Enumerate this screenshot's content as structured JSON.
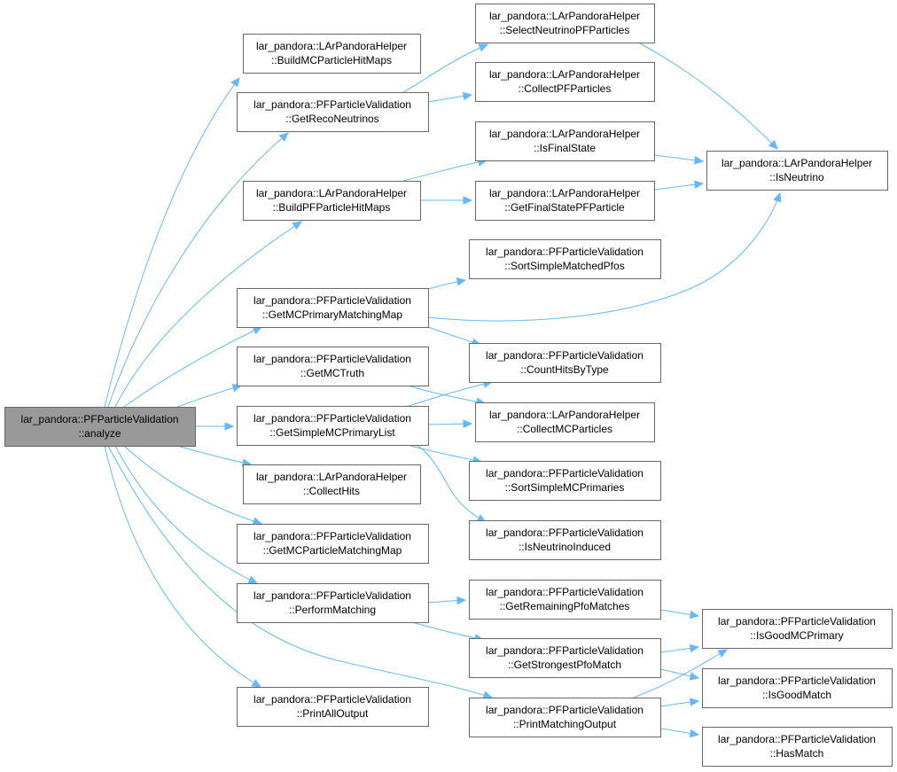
{
  "colors": {
    "edge": "#63b8ff",
    "node_fill": "#ffffff",
    "root_fill": "#999999",
    "node_border": "#666666",
    "text": "#000000"
  },
  "nodes": [
    {
      "id": "analyze",
      "line1": "lar_pandora::PFParticleValidation",
      "line2": "::analyze",
      "root": true
    },
    {
      "id": "BuildMCParticleHitMaps",
      "line1": "lar_pandora::LArPandoraHelper",
      "line2": "::BuildMCParticleHitMaps"
    },
    {
      "id": "GetRecoNeutrinos",
      "line1": "lar_pandora::PFParticleValidation",
      "line2": "::GetRecoNeutrinos"
    },
    {
      "id": "BuildPFParticleHitMaps",
      "line1": "lar_pandora::LArPandoraHelper",
      "line2": "::BuildPFParticleHitMaps"
    },
    {
      "id": "GetMCPrimaryMatchingMap",
      "line1": "lar_pandora::PFParticleValidation",
      "line2": "::GetMCPrimaryMatchingMap"
    },
    {
      "id": "GetMCTruth",
      "line1": "lar_pandora::PFParticleValidation",
      "line2": "::GetMCTruth"
    },
    {
      "id": "GetSimpleMCPrimaryList",
      "line1": "lar_pandora::PFParticleValidation",
      "line2": "::GetSimpleMCPrimaryList"
    },
    {
      "id": "CollectHits",
      "line1": "lar_pandora::LArPandoraHelper",
      "line2": "::CollectHits"
    },
    {
      "id": "GetMCParticleMatchingMap",
      "line1": "lar_pandora::PFParticleValidation",
      "line2": "::GetMCParticleMatchingMap"
    },
    {
      "id": "PerformMatching",
      "line1": "lar_pandora::PFParticleValidation",
      "line2": "::PerformMatching"
    },
    {
      "id": "PrintAllOutput",
      "line1": "lar_pandora::PFParticleValidation",
      "line2": "::PrintAllOutput"
    },
    {
      "id": "SelectNeutrinoPFParticles",
      "line1": "lar_pandora::LArPandoraHelper",
      "line2": "::SelectNeutrinoPFParticles"
    },
    {
      "id": "CollectPFParticles",
      "line1": "lar_pandora::LArPandoraHelper",
      "line2": "::CollectPFParticles"
    },
    {
      "id": "IsFinalState",
      "line1": "lar_pandora::LArPandoraHelper",
      "line2": "::IsFinalState"
    },
    {
      "id": "GetFinalStatePFParticle",
      "line1": "lar_pandora::LArPandoraHelper",
      "line2": "::GetFinalStatePFParticle"
    },
    {
      "id": "SortSimpleMatchedPfos",
      "line1": "lar_pandora::PFParticleValidation",
      "line2": "::SortSimpleMatchedPfos"
    },
    {
      "id": "CountHitsByType",
      "line1": "lar_pandora::PFParticleValidation",
      "line2": "::CountHitsByType"
    },
    {
      "id": "CollectMCParticles",
      "line1": "lar_pandora::LArPandoraHelper",
      "line2": "::CollectMCParticles"
    },
    {
      "id": "SortSimpleMCPrimaries",
      "line1": "lar_pandora::PFParticleValidation",
      "line2": "::SortSimpleMCPrimaries"
    },
    {
      "id": "IsNeutrinoInduced",
      "line1": "lar_pandora::PFParticleValidation",
      "line2": "::IsNeutrinoInduced"
    },
    {
      "id": "GetRemainingPfoMatches",
      "line1": "lar_pandora::PFParticleValidation",
      "line2": "::GetRemainingPfoMatches"
    },
    {
      "id": "GetStrongestPfoMatch",
      "line1": "lar_pandora::PFParticleValidation",
      "line2": "::GetStrongestPfoMatch"
    },
    {
      "id": "PrintMatchingOutput",
      "line1": "lar_pandora::PFParticleValidation",
      "line2": "::PrintMatchingOutput"
    },
    {
      "id": "IsNeutrino",
      "line1": "lar_pandora::LArPandoraHelper",
      "line2": "::IsNeutrino"
    },
    {
      "id": "IsGoodMCPrimary",
      "line1": "lar_pandora::PFParticleValidation",
      "line2": "::IsGoodMCPrimary"
    },
    {
      "id": "IsGoodMatch",
      "line1": "lar_pandora::PFParticleValidation",
      "line2": "::IsGoodMatch"
    },
    {
      "id": "HasMatch",
      "line1": "lar_pandora::PFParticleValidation",
      "line2": "::HasMatch"
    }
  ],
  "edges": [
    {
      "from": "analyze",
      "to": "BuildMCParticleHitMaps"
    },
    {
      "from": "analyze",
      "to": "GetRecoNeutrinos"
    },
    {
      "from": "analyze",
      "to": "BuildPFParticleHitMaps"
    },
    {
      "from": "analyze",
      "to": "GetMCPrimaryMatchingMap"
    },
    {
      "from": "analyze",
      "to": "GetMCTruth"
    },
    {
      "from": "analyze",
      "to": "GetSimpleMCPrimaryList"
    },
    {
      "from": "analyze",
      "to": "CollectHits"
    },
    {
      "from": "analyze",
      "to": "GetMCParticleMatchingMap"
    },
    {
      "from": "analyze",
      "to": "PerformMatching"
    },
    {
      "from": "analyze",
      "to": "PrintAllOutput"
    },
    {
      "from": "analyze",
      "to": "PrintMatchingOutput"
    },
    {
      "from": "GetRecoNeutrinos",
      "to": "SelectNeutrinoPFParticles"
    },
    {
      "from": "GetRecoNeutrinos",
      "to": "CollectPFParticles"
    },
    {
      "from": "BuildPFParticleHitMaps",
      "to": "IsFinalState"
    },
    {
      "from": "BuildPFParticleHitMaps",
      "to": "GetFinalStatePFParticle"
    },
    {
      "from": "SelectNeutrinoPFParticles",
      "to": "IsNeutrino"
    },
    {
      "from": "IsFinalState",
      "to": "IsNeutrino"
    },
    {
      "from": "GetFinalStatePFParticle",
      "to": "IsNeutrino"
    },
    {
      "from": "GetMCPrimaryMatchingMap",
      "to": "SortSimpleMatchedPfos"
    },
    {
      "from": "GetMCPrimaryMatchingMap",
      "to": "IsNeutrino"
    },
    {
      "from": "GetMCPrimaryMatchingMap",
      "to": "CountHitsByType"
    },
    {
      "from": "GetMCTruth",
      "to": "CollectMCParticles"
    },
    {
      "from": "GetSimpleMCPrimaryList",
      "to": "CountHitsByType"
    },
    {
      "from": "GetSimpleMCPrimaryList",
      "to": "CollectMCParticles"
    },
    {
      "from": "GetSimpleMCPrimaryList",
      "to": "SortSimpleMCPrimaries"
    },
    {
      "from": "GetSimpleMCPrimaryList",
      "to": "IsNeutrinoInduced"
    },
    {
      "from": "PerformMatching",
      "to": "GetRemainingPfoMatches"
    },
    {
      "from": "PerformMatching",
      "to": "GetStrongestPfoMatch"
    },
    {
      "from": "GetRemainingPfoMatches",
      "to": "IsGoodMCPrimary"
    },
    {
      "from": "GetStrongestPfoMatch",
      "to": "IsGoodMCPrimary"
    },
    {
      "from": "GetStrongestPfoMatch",
      "to": "IsGoodMatch"
    },
    {
      "from": "PrintMatchingOutput",
      "to": "IsGoodMCPrimary"
    },
    {
      "from": "PrintMatchingOutput",
      "to": "IsGoodMatch"
    },
    {
      "from": "PrintMatchingOutput",
      "to": "HasMatch"
    }
  ]
}
